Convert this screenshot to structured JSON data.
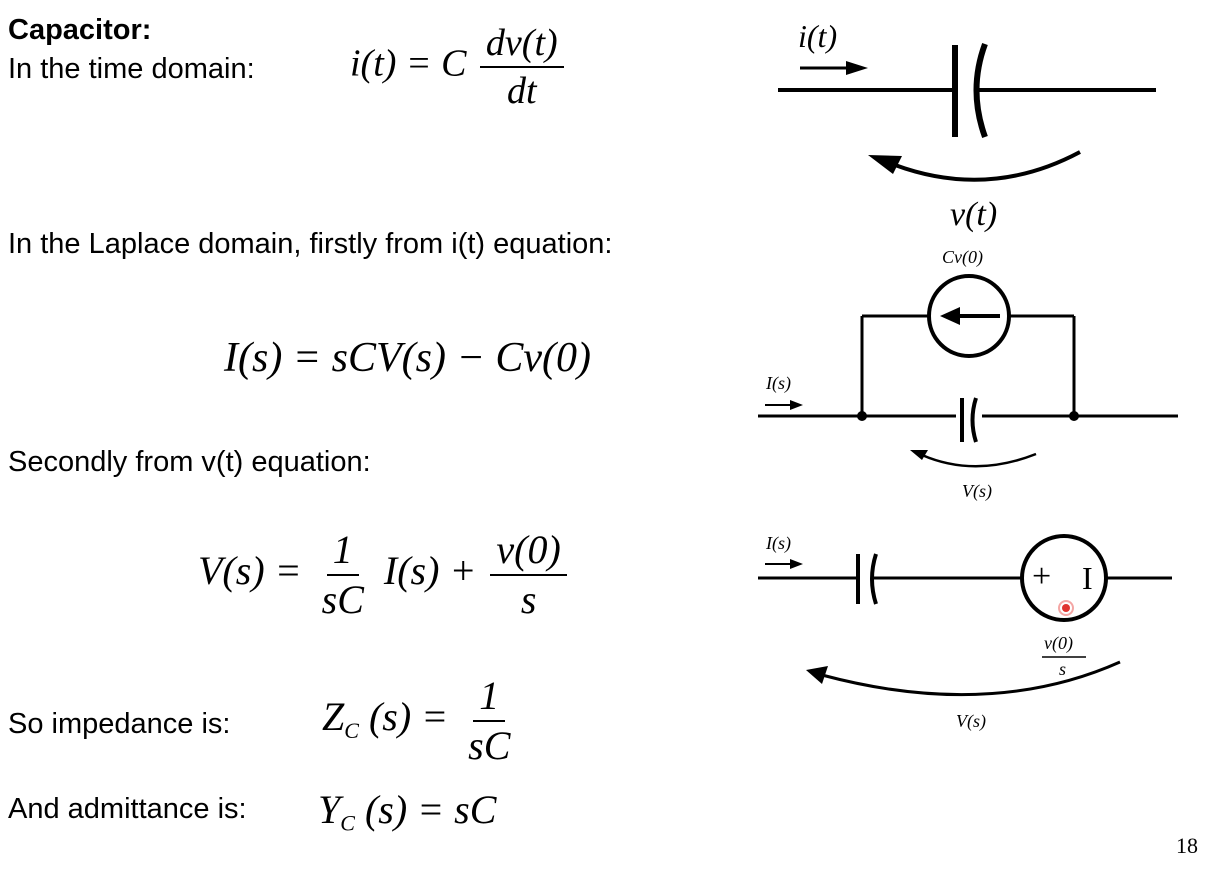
{
  "slide": {
    "heading": "Capacitor:",
    "time_domain_label": "In the time domain:",
    "laplace_intro": "In the Laplace domain, firstly from i(t) equation:",
    "second_intro": "Secondly from v(t) equation:",
    "impedance_label": "So impedance is:",
    "admittance_label": "And admittance is:",
    "page_number": "18"
  },
  "equations": {
    "time_lhs": "i(t) = C",
    "time_num": "dv(t)",
    "time_den": "dt",
    "laplace_I": "I(s) = sCV(s) − Cv(0)",
    "v_lhs": "V(s) =",
    "v_frac1_num": "1",
    "v_frac1_den": "sC",
    "v_mid": "I(s) +",
    "v_frac2_num": "v(0)",
    "v_frac2_den": "s",
    "z_lhs": "Z",
    "z_sub": "C",
    "z_rest": "(s) =",
    "z_num": "1",
    "z_den": "sC",
    "y_lhs": "Y",
    "y_sub": "C",
    "y_rest": "(s) = sC"
  },
  "circuits": {
    "c1_current": "i(t)",
    "c1_voltage": "v(t)",
    "c2_source": "Cv(0)",
    "c2_current": "I(s)",
    "c2_voltage": "V(s)",
    "c3_current": "I(s)",
    "c3_source_num": "v(0)",
    "c3_source_den": "s",
    "c3_voltage": "V(s)",
    "c3_plus": "+",
    "c3_minus": "I"
  }
}
